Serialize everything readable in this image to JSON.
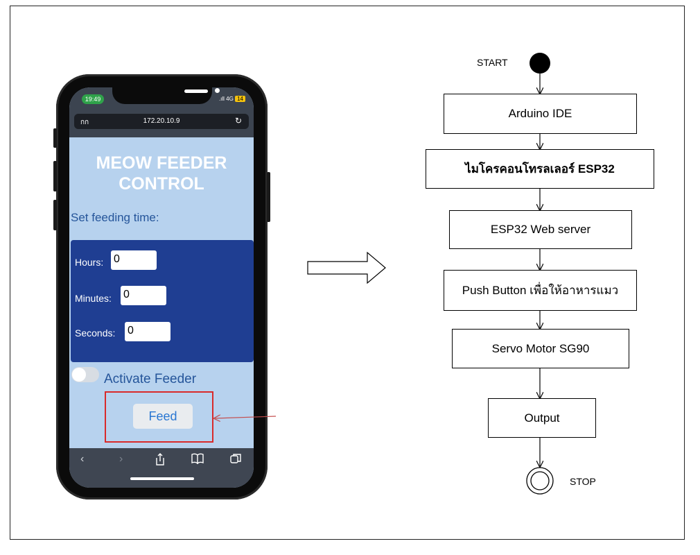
{
  "phone": {
    "status_time": "19:49",
    "network": ".ıll 4G",
    "battery": "14",
    "url_left": "กก",
    "url": "172.20.10.9",
    "reload_icon": "↻",
    "page_title_1": "MEOW FEEDER",
    "page_title_2": "CONTROL",
    "set_label": "Set feeding time:",
    "hours_label": "Hours:",
    "hours_value": "0",
    "minutes_label": "Minutes:",
    "minutes_value": "0",
    "seconds_label": "Seconds:",
    "seconds_value": "0",
    "activate_label": "Activate Feeder",
    "feed_button": "Feed",
    "toolbar_icons": [
      "back-icon",
      "forward-icon",
      "share-icon",
      "bookmarks-icon",
      "tabs-icon"
    ]
  },
  "flowchart": {
    "start_label": "START",
    "stop_label": "STOP",
    "steps": [
      "Arduino IDE",
      "ไมโครคอนโทรลเลอร์ ESP32",
      "ESP32 Web server",
      "Push Button เพื่อให้อาหารแมว",
      "Servo Motor SG90",
      "Output"
    ]
  },
  "colors": {
    "page_bg": "#b7d2ee",
    "panel": "#1f3e92",
    "label_text": "#25559a",
    "highlight": "#d92a2a",
    "pointer_arrow": "#c44d4d"
  }
}
